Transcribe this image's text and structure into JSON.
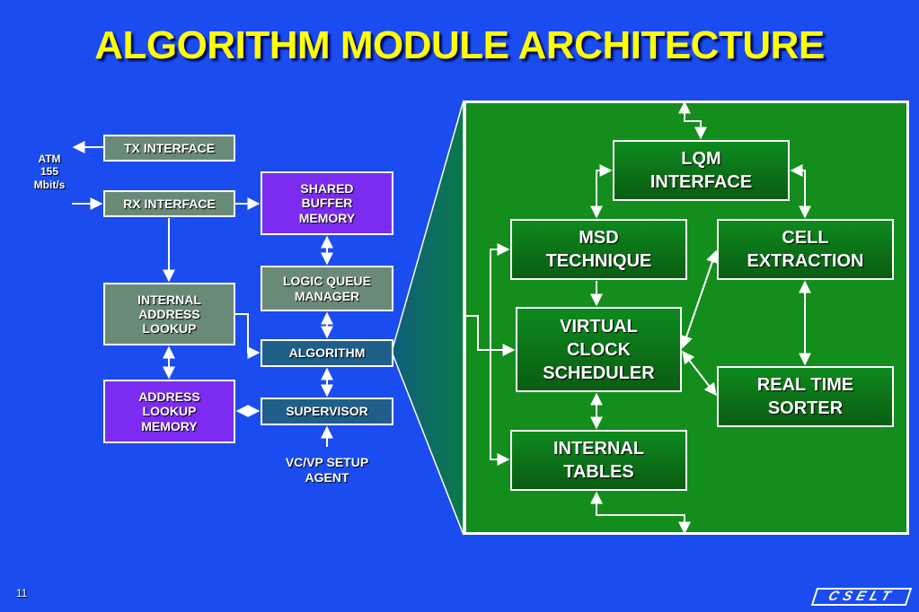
{
  "title": "ALGORITHM MODULE ARCHITECTURE",
  "page_number": "11",
  "logo_text": "CSELT",
  "left": {
    "atm_label": "ATM\n155\nMbit/s",
    "tx_interface": "TX INTERFACE",
    "rx_interface": "RX INTERFACE",
    "shared_buffer_memory": "SHARED\nBUFFER\nMEMORY",
    "logic_queue_manager": "LOGIC QUEUE\nMANAGER",
    "internal_address_lookup": "INTERNAL\nADDRESS\nLOOKUP",
    "algorithm": "ALGORITHM",
    "address_lookup_memory": "ADDRESS\nLOOKUP\nMEMORY",
    "supervisor": "SUPERVISOR",
    "vc_vp_setup_agent": "VC/VP SETUP\nAGENT"
  },
  "detail": {
    "lqm_interface": "LQM\nINTERFACE",
    "msd_technique": "MSD\nTECHNIQUE",
    "cell_extraction": "CELL\nEXTRACTION",
    "virtual_clock_scheduler": "VIRTUAL\nCLOCK\nSCHEDULER",
    "real_time_sorter": "REAL TIME\nSORTER",
    "internal_tables": "INTERNAL\nTABLES"
  },
  "colors": {
    "background": "#1a4cf0",
    "title": "#ffff00",
    "panel": "#138d1c",
    "purple_box": "#7b2cf0",
    "gray_box": "#6a8a78",
    "teal_box": "#1f5f8a"
  }
}
